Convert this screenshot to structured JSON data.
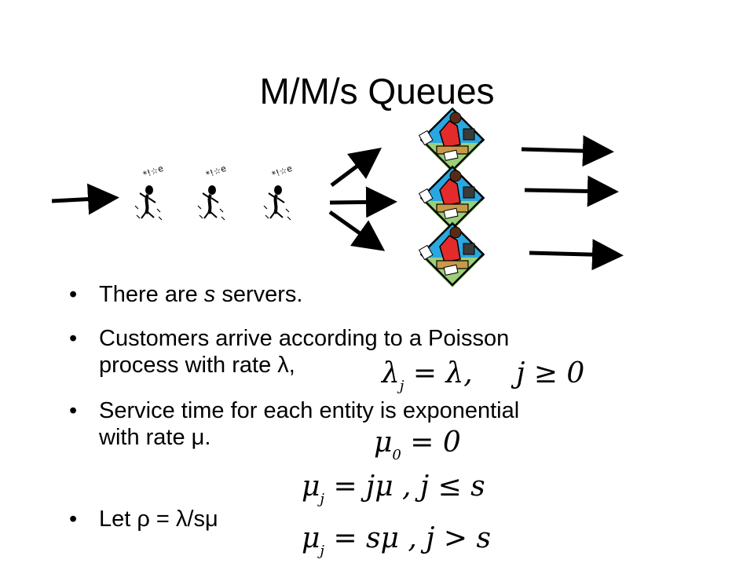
{
  "title": "M/M/s Queues",
  "bullets": {
    "b1": {
      "prefix": "There are ",
      "var": "s",
      "suffix": " servers."
    },
    "b2": {
      "line1": "Customers arrive according to a Poisson",
      "line2": "process with rate λ,"
    },
    "b3": {
      "line1": "Service time for each entity is exponential",
      "line2": "with rate μ."
    },
    "b4": {
      "text": "Let ρ = λ/sμ"
    }
  },
  "equations": {
    "lambda": {
      "left": "λ",
      "sub": "j",
      "rest": " = λ,",
      "cond": "j ≥ 0"
    },
    "mu0": {
      "left": "μ",
      "sub": "0",
      "rest": " = 0"
    },
    "muj_le": {
      "left": "μ",
      "sub": "j",
      "rest": " = jμ ,  j ≤ s"
    },
    "muj_gt": {
      "left": "μ",
      "sub": "j",
      "rest": " = sμ ,  j > s"
    }
  },
  "colors": {
    "ink": "#000000",
    "server_red": "#e32b2b",
    "server_blue": "#2aa7e0",
    "server_green": "#9bcf7a",
    "server_tan": "#c79a4a"
  }
}
